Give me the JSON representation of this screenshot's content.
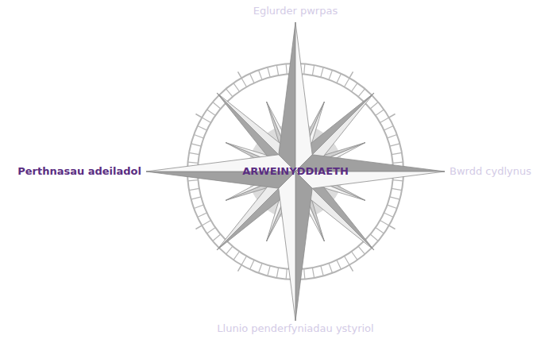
{
  "diagram": {
    "labels": [
      "Eglurder pwrpas",
      "ARWEINYDDIAETH",
      "Perthnasau adeiladol",
      "Bwrdd cydlynus",
      "Llunio penderfyniadau ystyriol"
    ]
  }
}
